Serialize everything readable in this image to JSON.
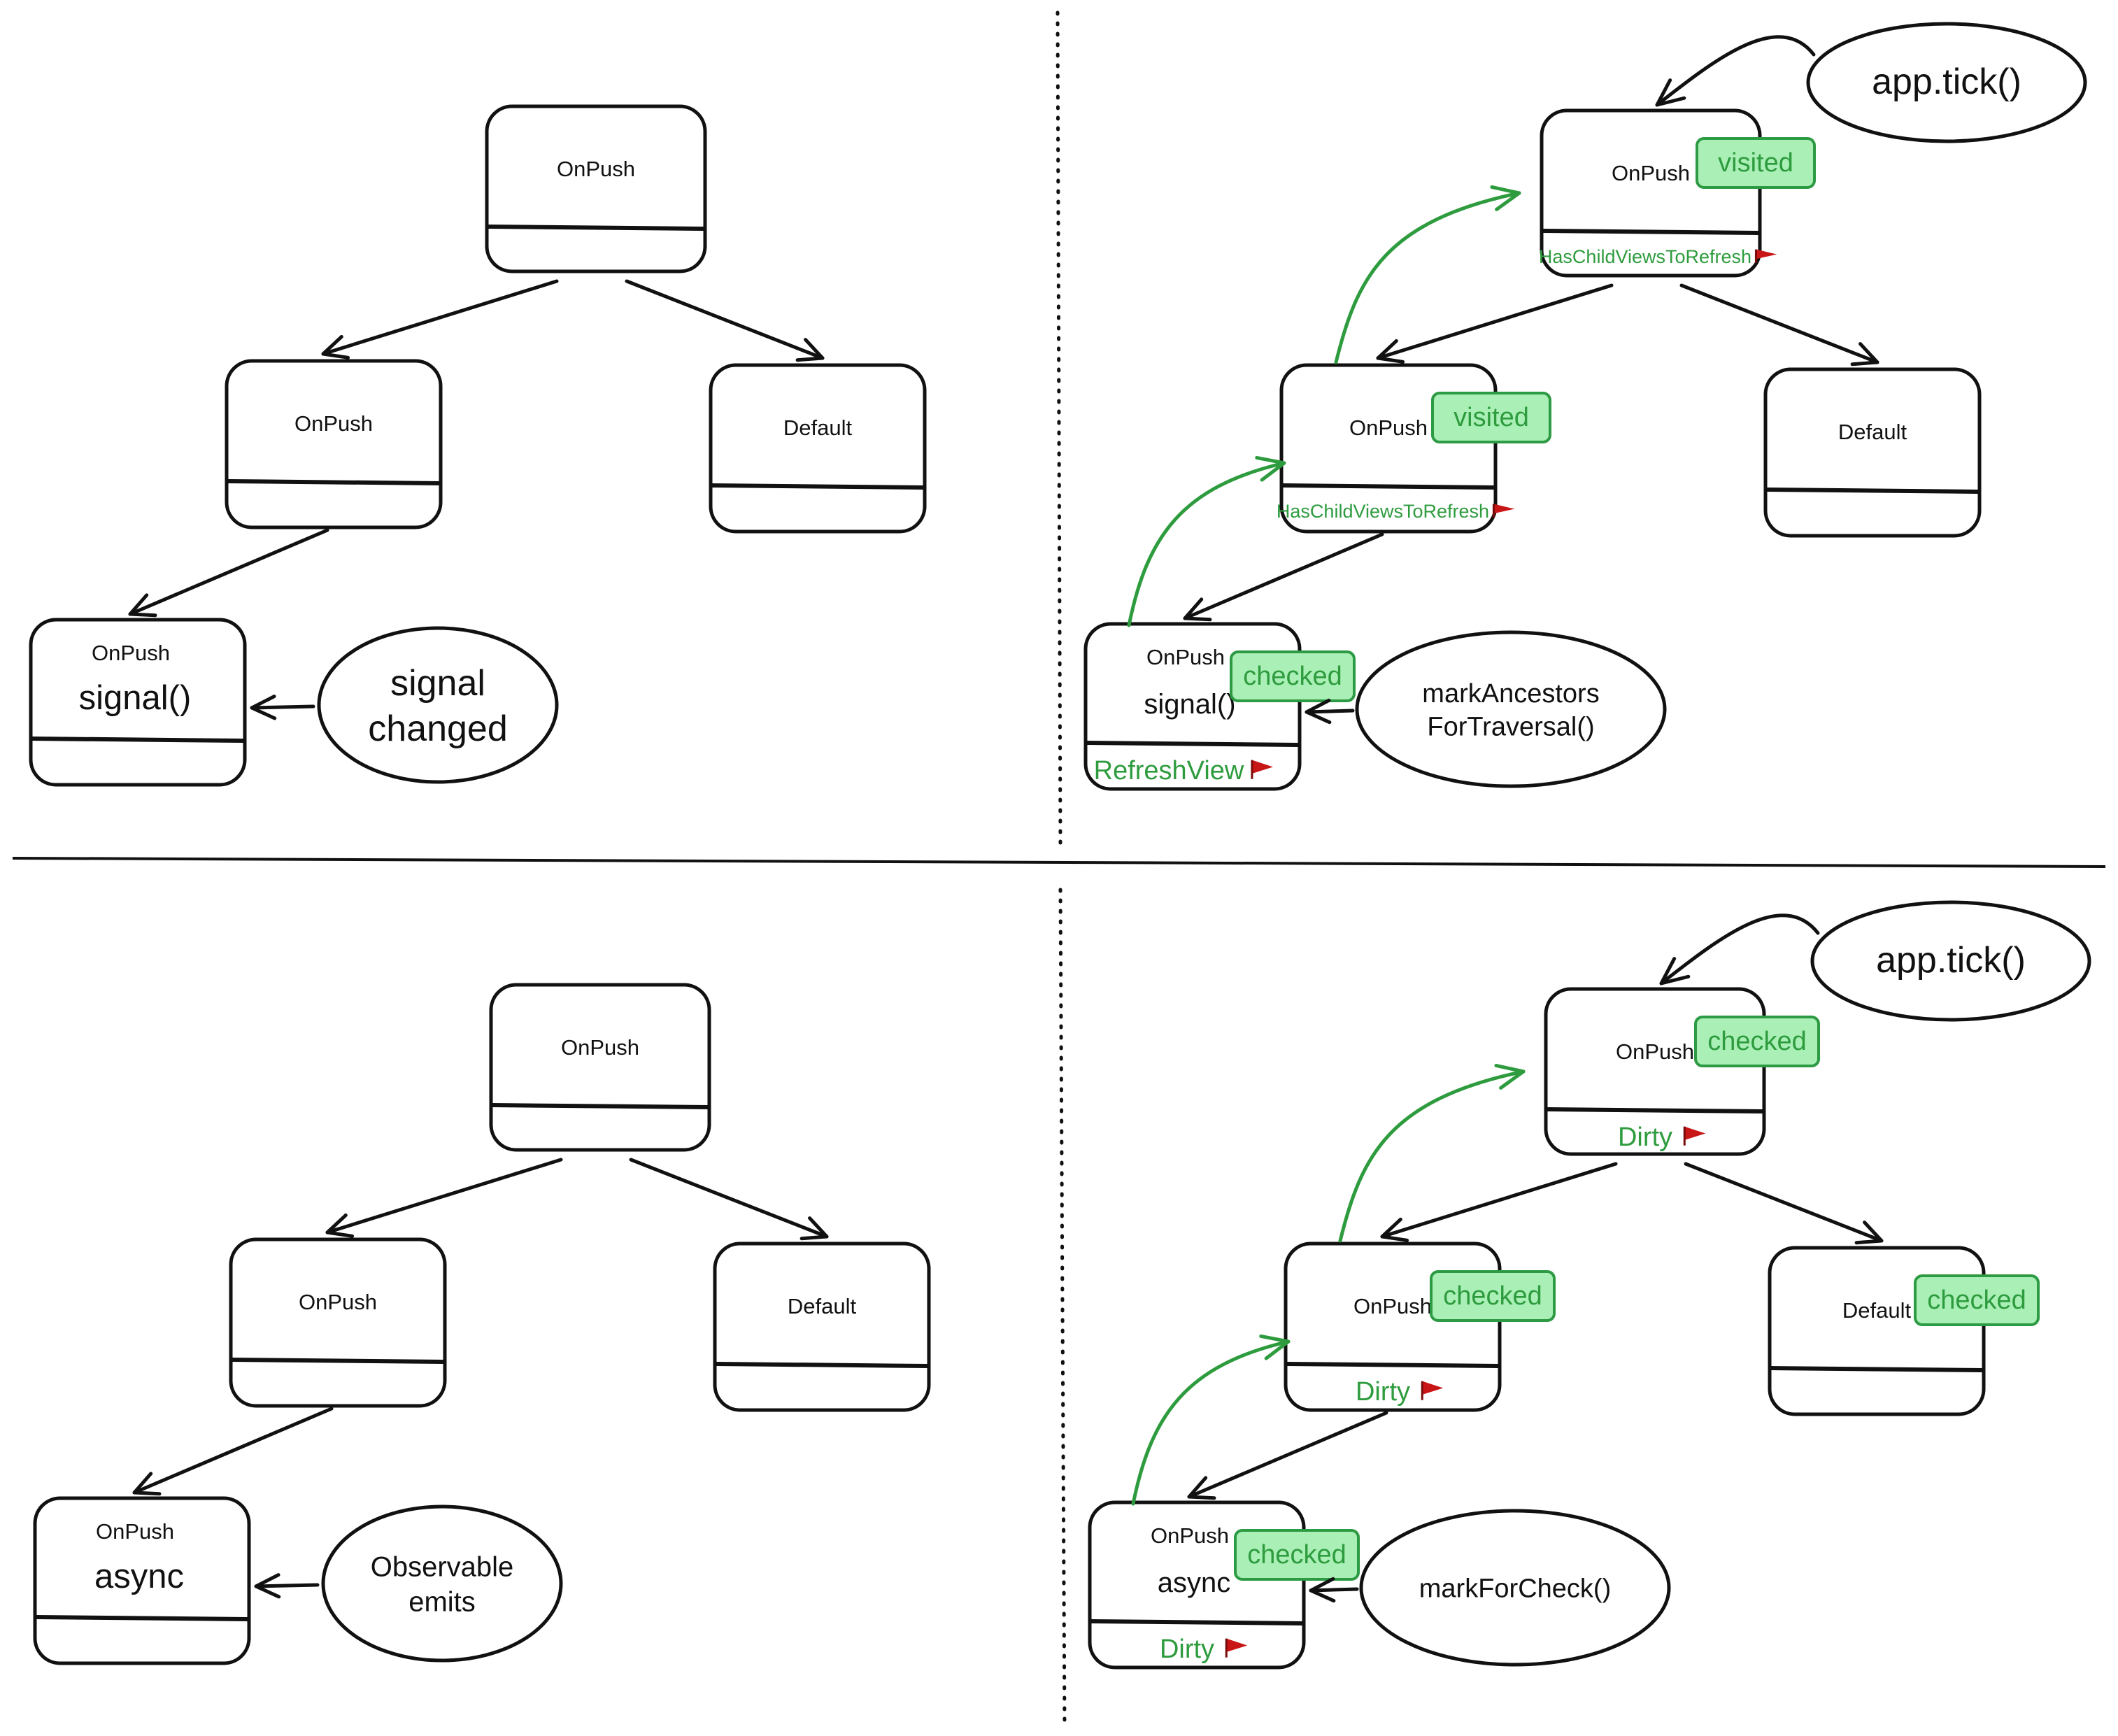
{
  "colors": {
    "ink": "#111111",
    "accent_green": "#2e9c3e",
    "badge_fill": "#a9efb6",
    "badge_stroke": "#2d9a44",
    "flag_red": "#c81616"
  },
  "panels": [
    {
      "id": "top-left",
      "nodes": {
        "root": {
          "label": "OnPush"
        },
        "left": {
          "label": "OnPush"
        },
        "right": {
          "label": "Default"
        },
        "leaf": {
          "label": "OnPush",
          "sub": "signal()"
        }
      },
      "ellipse": {
        "lines": [
          "signal",
          "changed"
        ]
      }
    },
    {
      "id": "top-right",
      "nodes": {
        "root": {
          "label": "OnPush",
          "status": "HasChildViewsToRefresh",
          "badge": "visited"
        },
        "left": {
          "label": "OnPush",
          "status": "HasChildViewsToRefresh",
          "badge": "visited"
        },
        "right": {
          "label": "Default"
        },
        "leaf": {
          "label": "OnPush",
          "sub": "signal()",
          "status": "RefreshView",
          "badge": "checked"
        }
      },
      "ellipse": {
        "lines": [
          "markAncestors",
          "ForTraversal()"
        ]
      },
      "trigger": {
        "label": "app.tick()"
      }
    },
    {
      "id": "bottom-left",
      "nodes": {
        "root": {
          "label": "OnPush"
        },
        "left": {
          "label": "OnPush"
        },
        "right": {
          "label": "Default"
        },
        "leaf": {
          "label": "OnPush",
          "sub": "async"
        }
      },
      "ellipse": {
        "lines": [
          "Observable",
          "emits"
        ]
      }
    },
    {
      "id": "bottom-right",
      "nodes": {
        "root": {
          "label": "OnPush",
          "status": "Dirty",
          "badge": "checked"
        },
        "left": {
          "label": "OnPush",
          "status": "Dirty",
          "badge": "checked"
        },
        "right": {
          "label": "Default",
          "badge": "checked"
        },
        "leaf": {
          "label": "OnPush",
          "sub": "async",
          "status": "Dirty",
          "badge": "checked"
        }
      },
      "ellipse": {
        "lines": [
          "markForCheck()"
        ]
      },
      "trigger": {
        "label": "app.tick()"
      }
    }
  ]
}
